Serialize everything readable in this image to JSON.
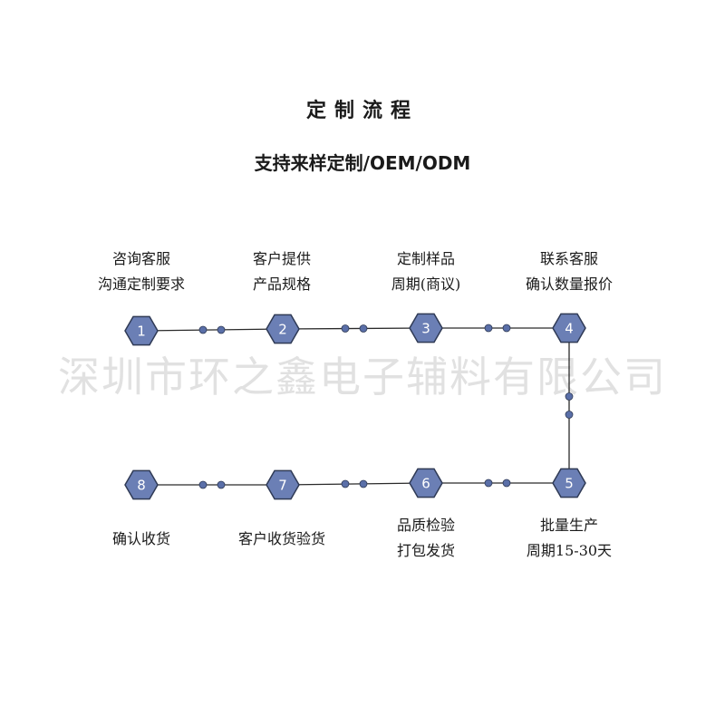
{
  "title": "定制流程",
  "subtitle": "支持来样定制/OEM/ODM",
  "watermark": "深圳市环之鑫电子辅料有限公司",
  "colors": {
    "node_fill": "#6b7fb5",
    "node_stroke": "#2f3a55",
    "line": "#2a2a2a",
    "dot": "#5a6fa8"
  },
  "steps": [
    {
      "number": "1",
      "line1": "咨询客服",
      "line2": "沟通定制要求"
    },
    {
      "number": "2",
      "line1": "客户提供",
      "line2": "产品规格"
    },
    {
      "number": "3",
      "line1": "定制样品",
      "line2": "周期(商议)"
    },
    {
      "number": "4",
      "line1": "联系客服",
      "line2": "确认数量报价"
    },
    {
      "number": "5",
      "line1": "批量生产",
      "line2": "周期15-30天"
    },
    {
      "number": "6",
      "line1": "品质检验",
      "line2": "打包发货"
    },
    {
      "number": "7",
      "line1": "客户收货验货",
      "line2": ""
    },
    {
      "number": "8",
      "line1": "确认收货",
      "line2": ""
    }
  ]
}
